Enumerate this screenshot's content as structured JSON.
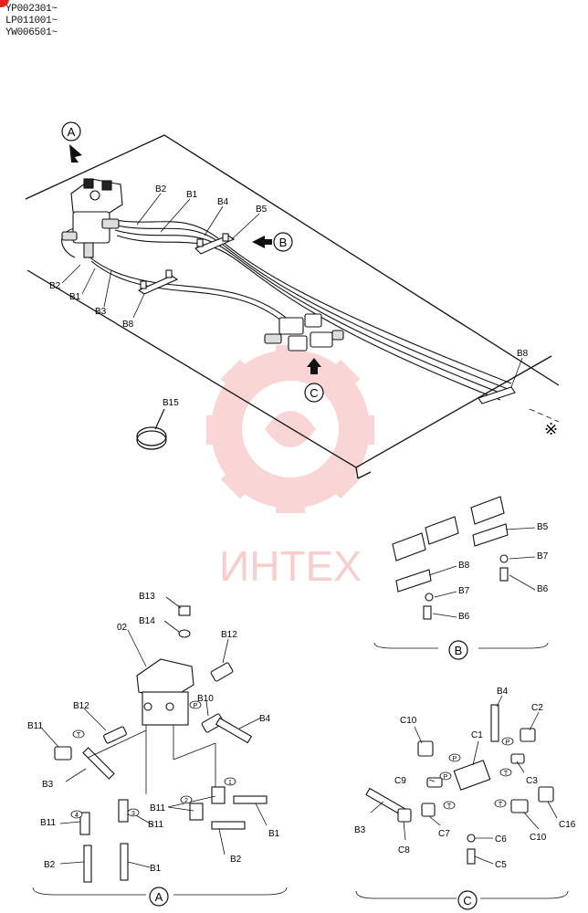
{
  "serials": [
    "YP002301~",
    "LP011001~",
    "YW006501~"
  ],
  "watermark": {
    "text": "ИНТЕХ",
    "color": "#e2241b"
  },
  "views": {
    "a": "A",
    "b": "B",
    "c": "C"
  },
  "main_labels": {
    "B2a": "B2",
    "B1a": "B1",
    "B4a": "B4",
    "B5a": "B5",
    "B2b": "B2",
    "B1b": "B1",
    "B3a": "B3",
    "B8a": "B8",
    "B8b": "B8",
    "B15": "B15",
    "note": "※"
  },
  "detail_b": {
    "B5": "B5",
    "B8": "B8",
    "B7a": "B7",
    "B7b": "B7",
    "B6a": "B6",
    "B6b": "B6"
  },
  "detail_a": {
    "B13": "B13",
    "B14": "B14",
    "p02": "02",
    "B12a": "B12",
    "B12b": "B12",
    "B10": "B10",
    "B4": "B4",
    "B11a": "B11",
    "B3": "B3",
    "B11b": "B11",
    "B11c": "B11",
    "B11d": "B11",
    "B1a": "B1",
    "B2a": "B2",
    "B2b": "B2",
    "B1b": "B1",
    "tagT": "T",
    "tagP": "P",
    "tag4": "4",
    "tag3": "3",
    "tag2": "2",
    "tag1": "1"
  },
  "detail_c": {
    "B4": "B4",
    "C2": "C2",
    "C10a": "C10",
    "C1": "C1",
    "C9": "C9",
    "C3": "C3",
    "B3": "B3",
    "C8": "C8",
    "C7": "C7",
    "C6": "C6",
    "C5": "C5",
    "C10b": "C10",
    "C16": "C16",
    "tagP1": "P",
    "tagP2": "P",
    "tagP3": "P",
    "tagT1": "T",
    "tagT2": "T",
    "tagT3": "T"
  }
}
